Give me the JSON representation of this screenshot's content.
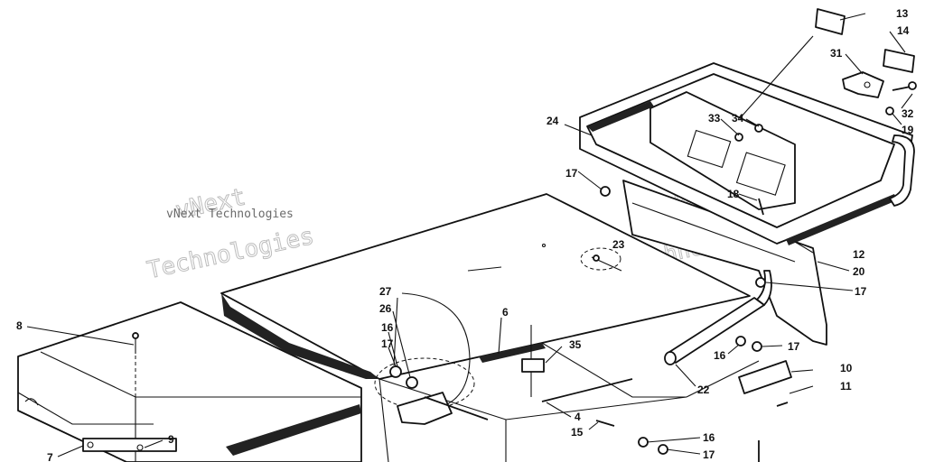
{
  "watermark": {
    "company_text": "vNext Technologies",
    "overlay_line1": "vNext",
    "overlay_line2": "Technologies"
  },
  "callouts": [
    "13",
    "14",
    "31",
    "32",
    "19",
    "24",
    "33",
    "34",
    "17",
    "18",
    "23",
    "12",
    "20",
    "17",
    "27",
    "26",
    "16",
    "17",
    "6",
    "8",
    "35",
    "16",
    "17",
    "10",
    "11",
    "22",
    "4",
    "15",
    "16",
    "17",
    "9",
    "7"
  ]
}
